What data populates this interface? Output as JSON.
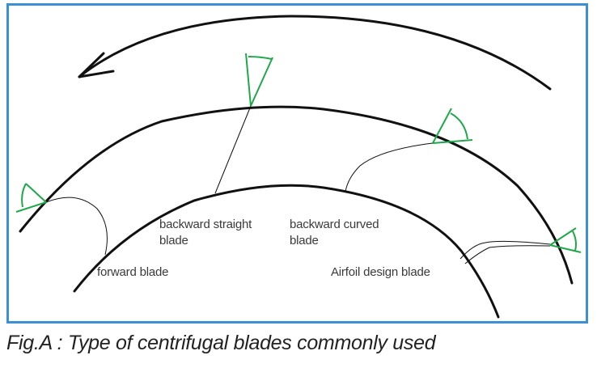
{
  "figure": {
    "caption": "Fig.A : Type of centrifugal blades commonly used",
    "colors": {
      "frame": "#3a8fd6",
      "rings": "#111111",
      "angle_markers": "#1fa84a",
      "label_text": "#3a3a3a"
    },
    "rotation_direction": "counter-clockwise",
    "labels": {
      "backward_straight_line1": "backward straight",
      "backward_straight_line2": "blade",
      "backward_curved_line1": "backward curved",
      "backward_curved_line2": "blade",
      "forward": "forward blade",
      "airfoil": "Airfoil design blade"
    },
    "blade_types": [
      "forward blade",
      "backward straight blade",
      "backward curved blade",
      "Airfoil design blade"
    ]
  }
}
